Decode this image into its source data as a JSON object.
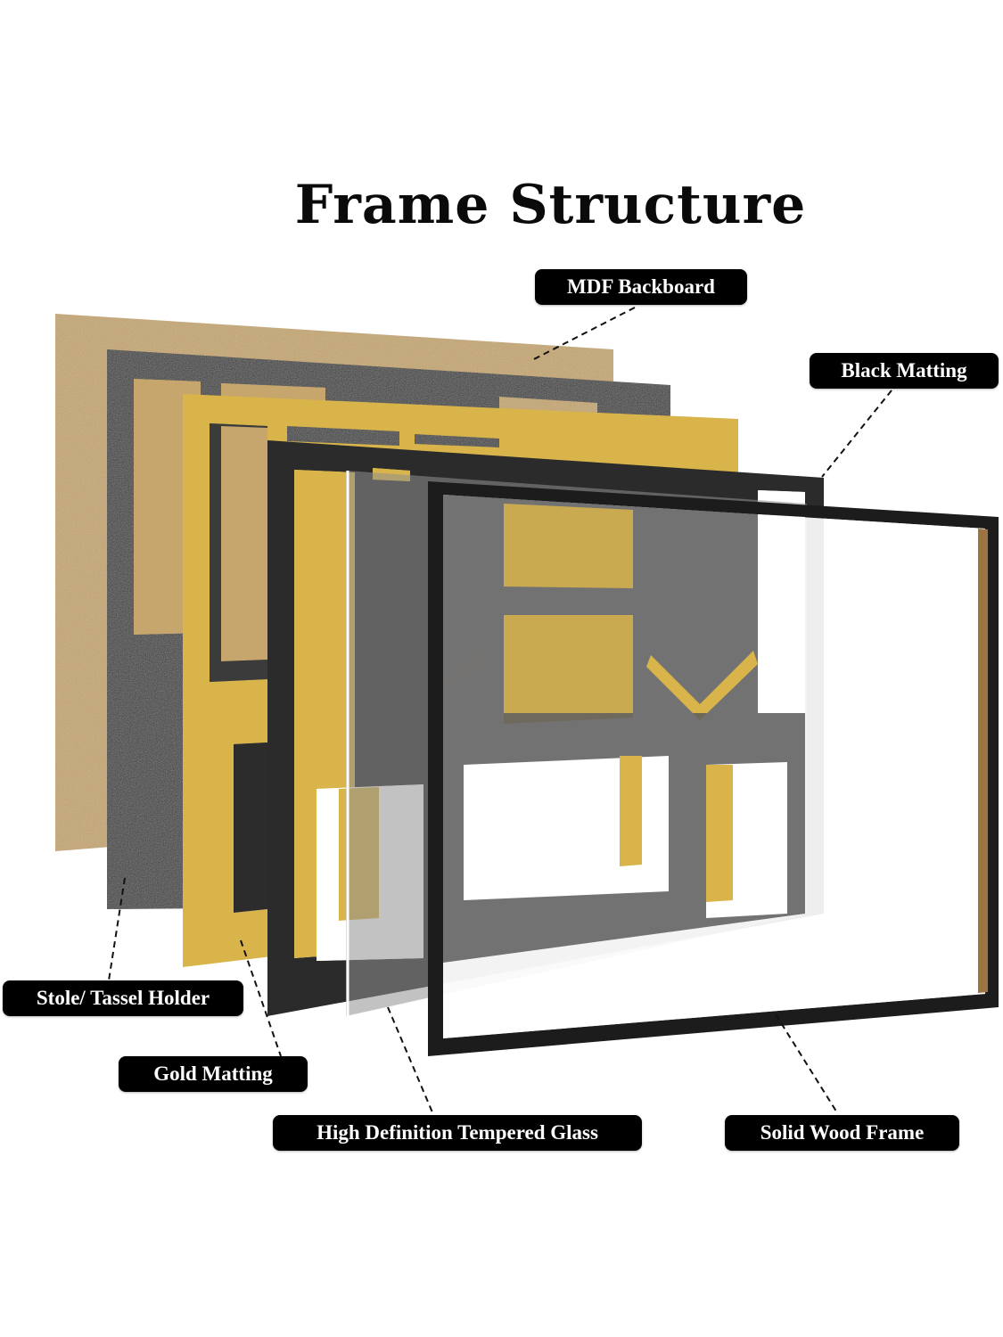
{
  "title": "Frame Structure",
  "layers": [
    {
      "id": "mdf-backboard",
      "label": "MDF Backboard",
      "color": "#c9a86b"
    },
    {
      "id": "stole-tassel-holder",
      "label": "Stole/ Tassel Holder",
      "color": "#3a3a3a"
    },
    {
      "id": "gold-matting",
      "label": "Gold Matting",
      "color": "#d8b44a"
    },
    {
      "id": "black-matting",
      "label": "Black Matting",
      "color": "#2a2a2a"
    },
    {
      "id": "tempered-glass",
      "label": "High Definition Tempered Glass",
      "color": "#9a9a9a"
    },
    {
      "id": "solid-wood-frame",
      "label": "Solid Wood Frame",
      "color": "#1a1a1a"
    }
  ],
  "labels": {
    "mdf": "MDF Backboard",
    "black_matting": "Black Matting",
    "stole": "Stole/ Tassel Holder",
    "gold_matting": "Gold Matting",
    "glass": "High Definition Tempered Glass",
    "frame": "Solid Wood Frame"
  }
}
